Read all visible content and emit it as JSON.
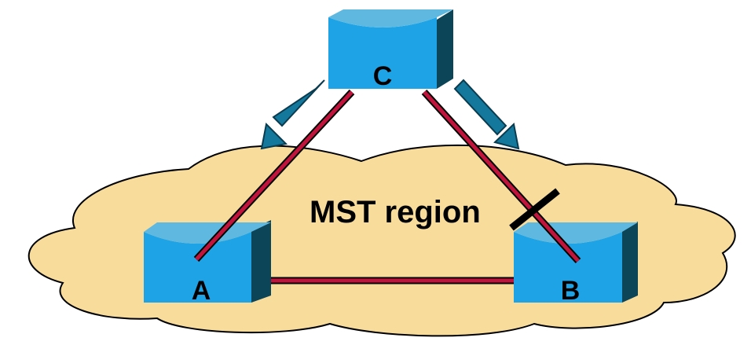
{
  "diagram": {
    "region_label": "MST region",
    "switches": {
      "c": {
        "label": "C"
      },
      "a": {
        "label": "A"
      },
      "b": {
        "label": "B"
      }
    },
    "colors": {
      "cloud_fill": "#f8dc9c",
      "cloud_stroke": "#000000",
      "switch_top": "#5fb8e0",
      "switch_front": "#1ea4e6",
      "switch_side": "#0c4458",
      "link": "#c0143c",
      "arrow_fill": "#14789c",
      "arrow_stroke": "#0a3c50",
      "blocked_marker": "#000000",
      "text": "#000000"
    },
    "icons": {
      "switch": "layer2-switch-icon",
      "arrow": "bpdu-direction-arrow-icon",
      "blocked": "blocked-port-icon"
    }
  }
}
